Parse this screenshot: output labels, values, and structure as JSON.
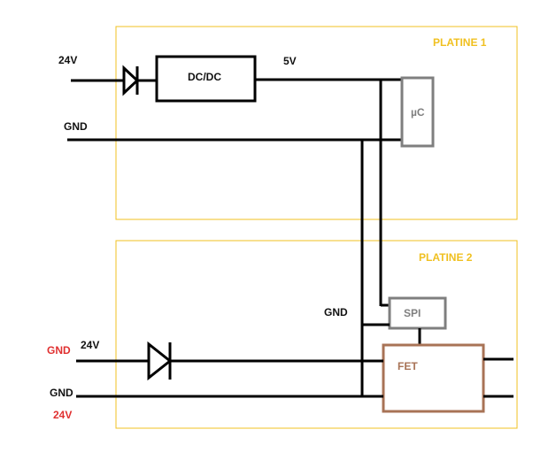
{
  "boards": {
    "platine1": {
      "label": "PLATINE 1"
    },
    "platine2": {
      "label": "PLATINE 2"
    }
  },
  "platine1": {
    "input_24v_label": "24V",
    "gnd_label": "GND",
    "dcdc_label": "DC/DC",
    "out_5v_label": "5V",
    "uc_label": "µC"
  },
  "platine2": {
    "gnd_bus_label": "GND",
    "spi_label": "SPI",
    "fet_label": "FET",
    "input_gnd_red_label": "GND",
    "input_24v_label": "24V",
    "lower_gnd_label": "GND",
    "lower_24v_red_label": "24V"
  },
  "colors": {
    "board_border": "#f0c020",
    "board_label": "#f0c020",
    "wire": "#000000",
    "uc_box": "#7f7f7f",
    "spi_box": "#7f7f7f",
    "fet_box": "#a87356",
    "warning_label": "#e03030"
  }
}
